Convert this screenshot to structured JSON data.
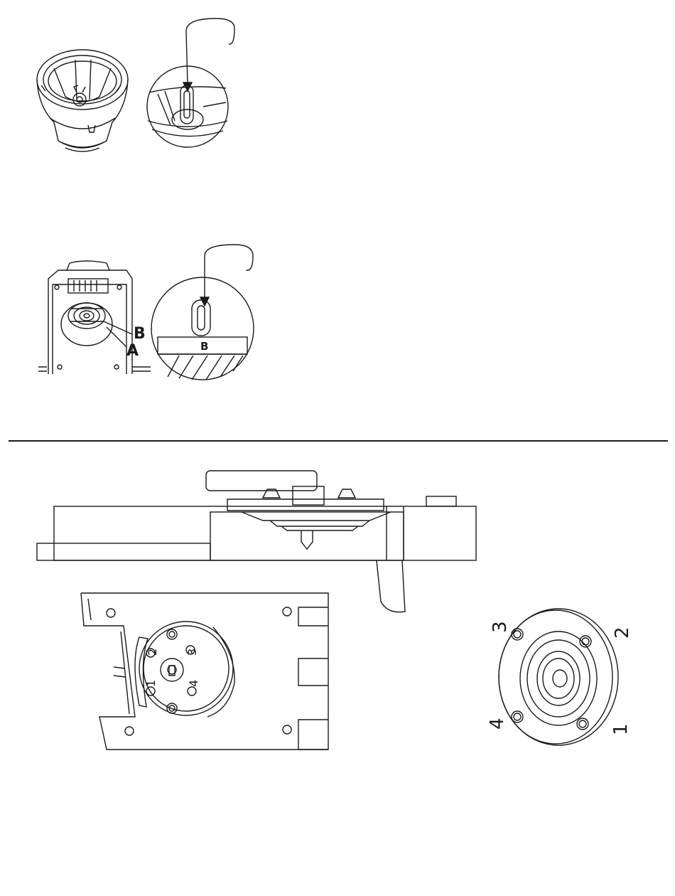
{
  "figure_top": {
    "callout_labels": {
      "a": "A",
      "b": "B",
      "b_plate": "B"
    }
  },
  "figure_bottom": {
    "hole_numbers_plate": [
      "1",
      "2",
      "3",
      "4"
    ],
    "hole_numbers_disc": [
      "1",
      "2",
      "3",
      "4"
    ]
  },
  "colors": {
    "line": "#1a1a1a",
    "background": "#ffffff"
  }
}
